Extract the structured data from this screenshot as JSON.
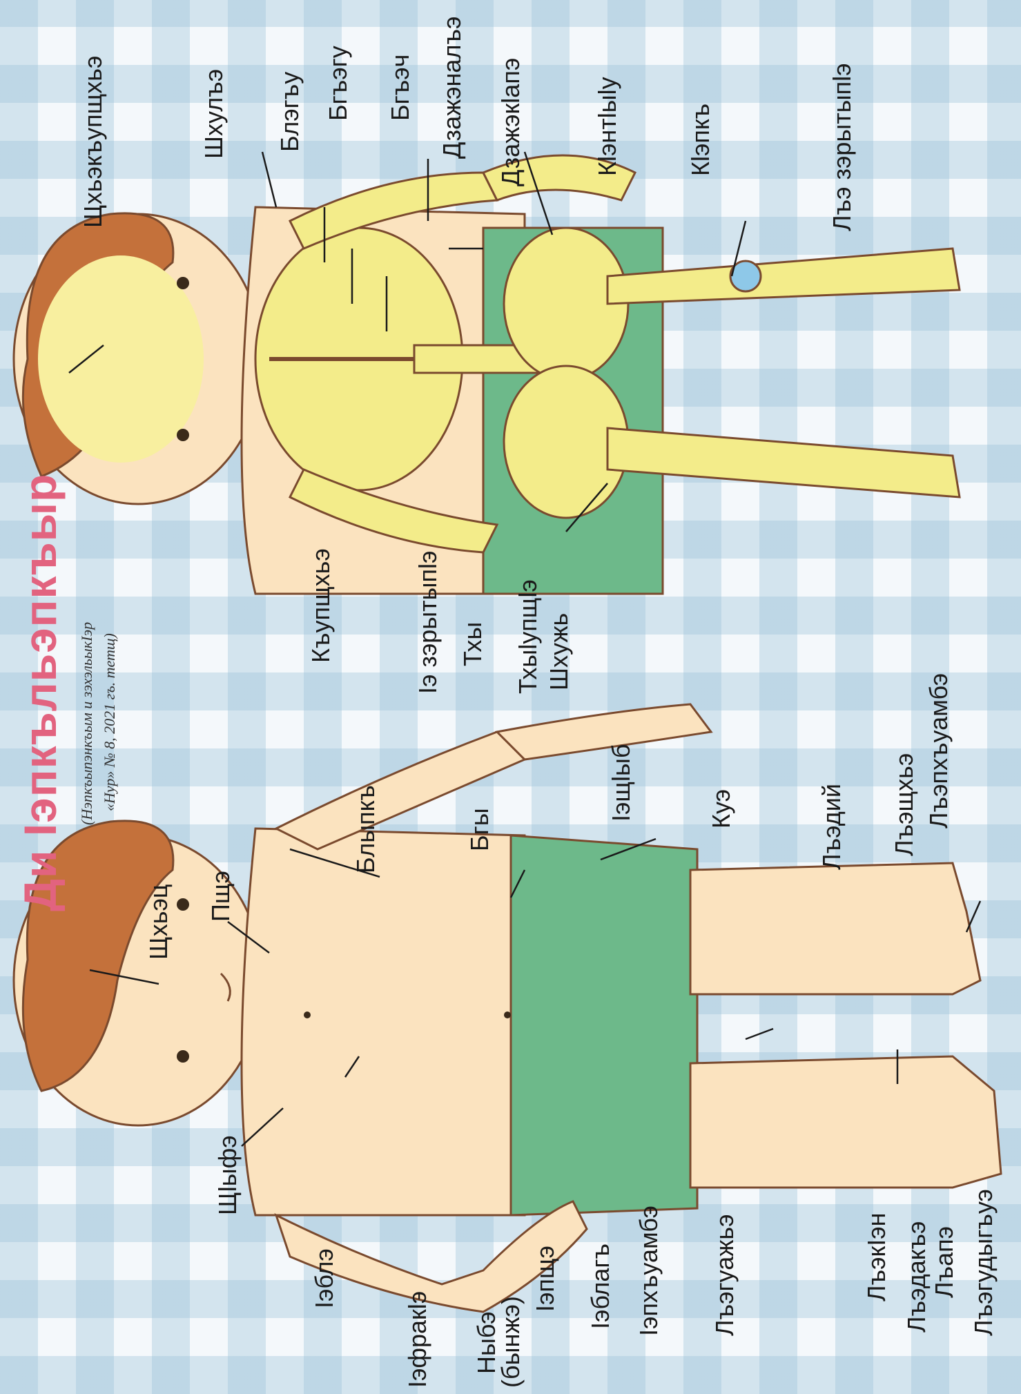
{
  "title": "Ди Iэпкъльэпкъыр",
  "caption": {
    "line1": "(Нэпкъыпэнкъым и зэхэльыкIэр",
    "line2": "«Нур» № 8, 2021 гъ. тетщ)"
  },
  "body_labels": {
    "head": "Щхьэц",
    "neck": "Пщэ",
    "shoulder": "Щlыфэ",
    "chest": "Блыпкъ",
    "navel_belly": "Бгы",
    "arm": "Iэблэ",
    "hand": "Iэщlыб",
    "elbow": "Iэфракlэ",
    "navel": "Ныбэ",
    "navel_alt": "(бынжэ)",
    "wrist": "Iэпщэ",
    "forearm": "Iэблагъ",
    "fingers": "Iэпхъуамбэ",
    "thigh": "Куэ",
    "shin": "Лъэдий",
    "knee": "Лъэгуажьэ",
    "ankle": "Лъэщхьэ",
    "toes": "Лъэпхъуамбэ",
    "heel": "ЛъэкIэн",
    "foot_top": "Лъэдакъэ",
    "foot_sole": "Лъапэ",
    "toenail": "Лъэгудыгъуэ"
  },
  "skeleton_labels": {
    "skull": "Щхьэкъупщхьэ",
    "clavicle": "Шхулъэ",
    "scapula": "Блэгъу",
    "sternum": "Бгъэгу",
    "ribs": "Бгъэч",
    "spine_upper": "Дзажэналъэ",
    "spine_lower": "Дзажэкlапэ",
    "pelvis": "Кlэнтlыlу",
    "coccyx": "Кlэпкъ",
    "kneecap": "Лъэ зэрытыпlэ",
    "humerus": "Къупщхьэ",
    "elbow_joint": "Iэ зэрытыпlэ",
    "vertebra": "Тхы",
    "backbone": "Тхыlупщlэ",
    "femur": "Шхужь"
  },
  "colors": {
    "title": "#e2637f",
    "shorts": "#6db98a",
    "skin": "#fbe3bf",
    "bone": "#f3ec8a",
    "hair": "#c4713b",
    "gingham": "#cfe0ea"
  }
}
